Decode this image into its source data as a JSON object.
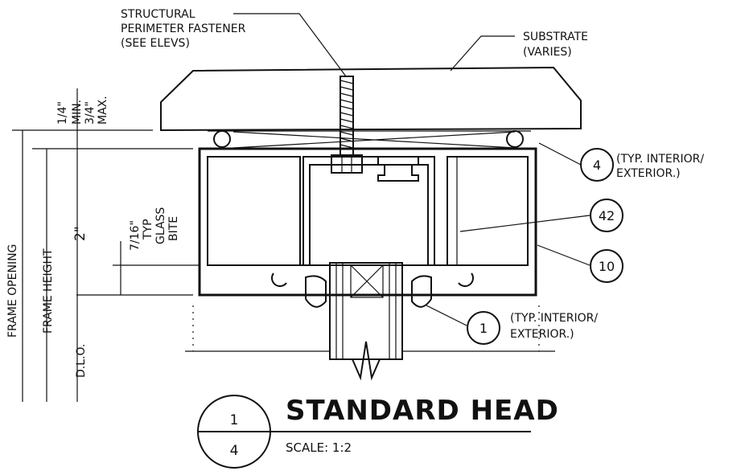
{
  "labels": {
    "fastener_line1": "STRUCTURAL",
    "fastener_line2": "PERIMETER FASTENER",
    "fastener_line3": "(SEE ELEVS)",
    "substrate_line1": "SUBSTRATE",
    "substrate_line2": "(VARIES)",
    "shim_dim_1": "1/4\"",
    "shim_dim_2": "MIN.",
    "shim_dim_3": "3/4\"",
    "shim_dim_4": "MAX.",
    "frame_opening": "FRAME OPENING",
    "frame_height": "FRAME HEIGHT",
    "dlo": "D.L.O.",
    "two_inch": "2\"",
    "bite_1": "7/16\"",
    "bite_2": "TYP",
    "bite_3": "GLASS",
    "bite_4": "BITE"
  },
  "callouts": [
    {
      "number": "4",
      "note_line1": "(TYP. INTERIOR/",
      "note_line2": "EXTERIOR.)"
    },
    {
      "number": "42",
      "note_line1": "",
      "note_line2": ""
    },
    {
      "number": "10",
      "note_line1": "",
      "note_line2": ""
    },
    {
      "number": "1",
      "note_line1": "(TYP. INTERIOR/",
      "note_line2": "EXTERIOR.)"
    }
  ],
  "title_block": {
    "detail_number": "1",
    "sheet_number": "4",
    "title": "STANDARD HEAD",
    "scale": "SCALE:  1:2"
  }
}
